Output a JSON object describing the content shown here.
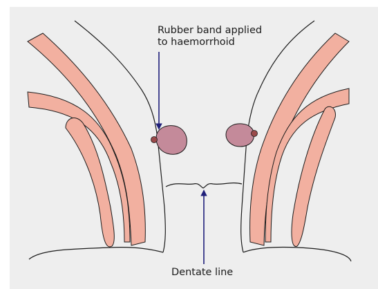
{
  "labels": {
    "rubber_band_line1": "Rubber band applied",
    "rubber_band_line2": "to haemorrhoid",
    "dentate_line": "Dentate line"
  },
  "colors": {
    "background": "#eeeeee",
    "muscle": "#f2b0a0",
    "haemorrhoid": "#c48a9a",
    "rubber_band": "#9a4a4a",
    "arrow": "#1f1f7a",
    "outline": "#1a1a1a"
  }
}
